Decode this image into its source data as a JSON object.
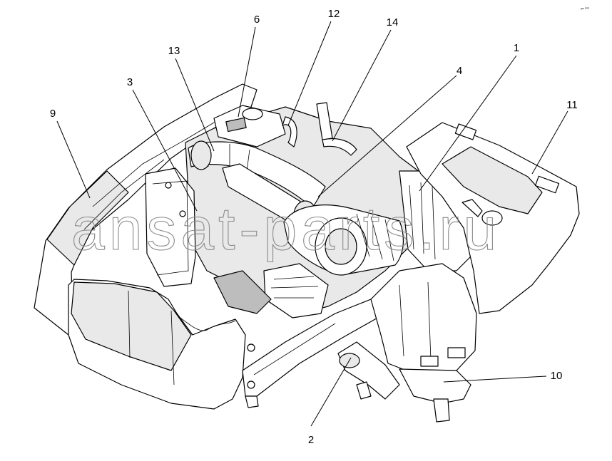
{
  "diagram": {
    "watermark": "ansat-parts.ru",
    "corner_code": "ᵍᵐ ⁰⁰⁰",
    "callouts": [
      {
        "id": "c1",
        "label": "1"
      },
      {
        "id": "c2",
        "label": "2"
      },
      {
        "id": "c3",
        "label": "3"
      },
      {
        "id": "c4",
        "label": "4"
      },
      {
        "id": "c6",
        "label": "6"
      },
      {
        "id": "c9",
        "label": "9"
      },
      {
        "id": "c10",
        "label": "10"
      },
      {
        "id": "c11",
        "label": "11"
      },
      {
        "id": "c12",
        "label": "12"
      },
      {
        "id": "c13",
        "label": "13"
      },
      {
        "id": "c14",
        "label": "14"
      }
    ]
  }
}
